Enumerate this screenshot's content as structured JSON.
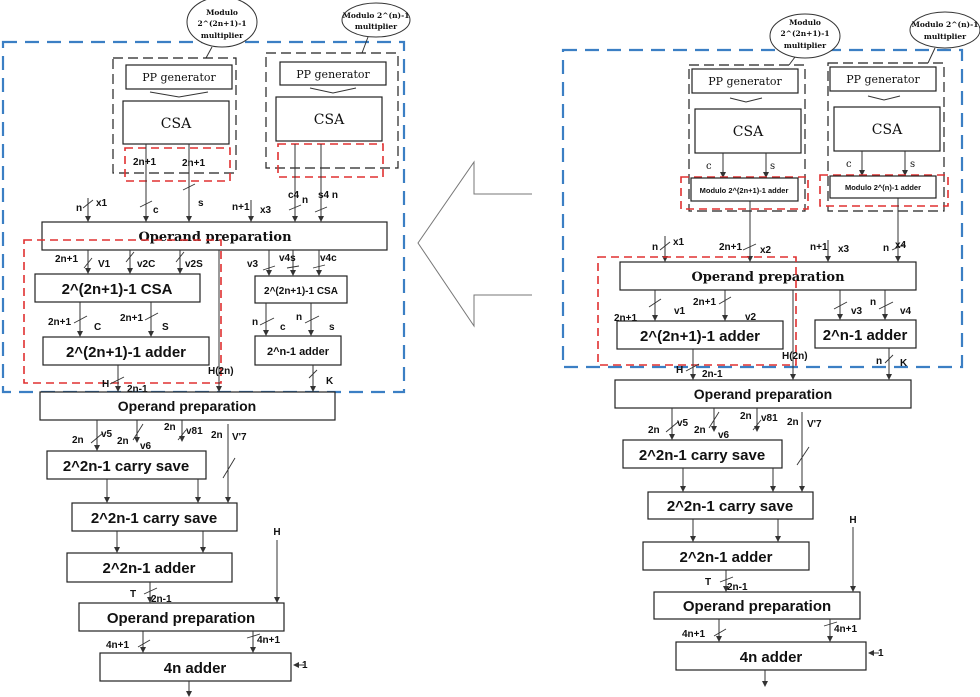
{
  "colors": {
    "outer_group": "#3b7fc4",
    "highlight_group": "#e03030",
    "multiplier_group": "#222222"
  },
  "left": {
    "callout1": [
      "Modulo",
      "2^(2n+1)-1",
      "multiplier"
    ],
    "callout2": [
      "Modulo 2^(n)-1",
      "multiplier"
    ],
    "pp1": "PP generator",
    "csa1": "CSA",
    "pp2": "PP generator",
    "csa2": "CSA",
    "w_2n1_a": "2n+1",
    "w_2n1_b": "2n+1",
    "c": "c",
    "s": "s",
    "n_x1": "n",
    "x1": "x1",
    "n1_x3": "n+1",
    "x3": "x3",
    "c4": "c4",
    "c4n": "n",
    "s4n": "s4 n",
    "opprep1": "Operand  preparation",
    "v1w": "2n+1",
    "v1": "V1",
    "v2c": "v2C",
    "v2s": "v2S",
    "csa_big": "2^(2n+1)-1  CSA",
    "cw": "2n+1",
    "C": "C",
    "sw": "2n+1",
    "S": "S",
    "adder_big": "2^(2n+1)-1 adder",
    "v3": "v3",
    "v4s": "v4s",
    "v4c": "v4c",
    "csa_small": "2^(2n+1)-1  CSA",
    "cn": "n",
    "c2": "c",
    "sn": "n",
    "s2": "s",
    "adder_n": "2^n-1 adder",
    "H2n": "H(2n)",
    "H": "H",
    "w2n_1": "2n-1",
    "K": "K",
    "opprep2": "Operand   preparation",
    "v5w": "2n",
    "v5": "v5",
    "v6w": "2n",
    "v6": "v6",
    "v81w": "2n",
    "v81": "v81",
    "v7w": "2n",
    "v7": "V'7",
    "cs1": "2^2n-1  carry save",
    "cs2": "2^2n-1  carry save",
    "adder_2n": "2^2n-1 adder",
    "T": "T",
    "Tw": "2n-1",
    "H_in": "H",
    "opprep3": "Operand preparation",
    "w4a": "4n+1",
    "w4b": "4n+1",
    "adder_4n": "4n adder",
    "minus1": "1"
  },
  "right": {
    "callout1": [
      "Modulo",
      "2^(2n+1)-1",
      "multiplier"
    ],
    "callout2": [
      "Modulo 2^(n)-1",
      "multiplier"
    ],
    "pp1": "PP generator",
    "csa1": "CSA",
    "pp2": "PP generator",
    "csa2": "CSA",
    "c1": "c",
    "s1": "s",
    "c2": "c",
    "s2": "s",
    "madd1": "Modulo 2^(2n+1)-1 adder",
    "madd2": "Modulo 2^(n)-1 adder",
    "n_x1": "n",
    "x1": "x1",
    "w_x2": "2n+1",
    "x2": "x2",
    "n1_x3": "n+1",
    "x3": "x3",
    "n_x4": "n",
    "x4": "x4",
    "opprep1": "Operand   preparation",
    "v1w": "2n+1",
    "v1": "v1",
    "v2w": "2n+1",
    "v2": "v2",
    "adder_big": "2^(2n+1)-1 adder",
    "v3": "v3",
    "v4w": "n",
    "v4": "v4",
    "adder_n": "2^n-1 adder",
    "H2n": "H(2n)",
    "H": "H",
    "w2n_1": "2n-1",
    "Kn": "n",
    "K": "K",
    "opprep2": "Operand   preparation",
    "v5w": "2n",
    "v5": "v5",
    "v6w": "2n",
    "v6": "v6",
    "v81w": "2n",
    "v81": "v81",
    "v7w": "2n",
    "v7": "V'7",
    "cs1": "2^2n-1  carry save",
    "cs2": "2^2n-1  carry save",
    "adder_2n": "2^2n-1 adder",
    "T": "T",
    "Tw": "2n-1",
    "H_in": "H",
    "opprep3": "Operand preparation",
    "w4a": "4n+1",
    "w4b": "4n+1",
    "adder_4n": "4n adder",
    "minus1": "1"
  }
}
